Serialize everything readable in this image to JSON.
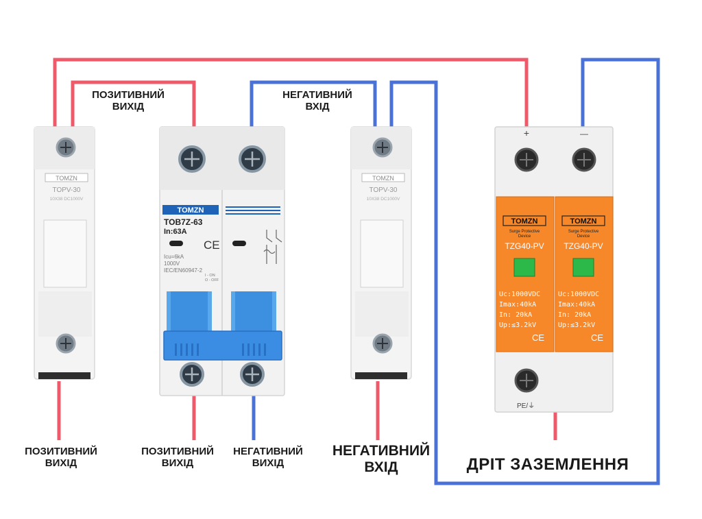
{
  "labels": {
    "top_pos": [
      "ПОЗИТИВНИЙ",
      "ВИХІД"
    ],
    "top_neg": [
      "НЕГАТИВНИЙ",
      "ВХІД"
    ],
    "bottom_pos_1": [
      "ПОЗИТИВНИЙ",
      "ВИХІД"
    ],
    "bottom_pos_2": [
      "ПОЗИТИВНИЙ",
      "ВИХІД"
    ],
    "bottom_neg_1": [
      "НЕГАТИВНИЙ",
      "ВИХІД"
    ],
    "bottom_neg_2": [
      "НЕГАТИВНИЙ",
      "ВХІД"
    ],
    "ground": "ДРІТ ЗАЗЕМЛЕННЯ"
  },
  "fuse_holders": [
    {
      "brand": "TOMZN",
      "model": "TOPV-30",
      "rating": "10X38 DC1000V"
    },
    {
      "brand": "TOMZN",
      "model": "TOPV-30",
      "rating": "10X38 DC1000V"
    }
  ],
  "breaker": {
    "brand": "TOMZN",
    "model": "TOB7Z-63",
    "current": "In:63A",
    "icu": "Icu=6kA",
    "voltage": "1000V",
    "standard": "IEC/EN60947-2",
    "on_label": "I - ON",
    "off_label": "O - OFF",
    "ce": "CE"
  },
  "spd": {
    "brand": "TOMZN",
    "subtitle": [
      "Surge Protective",
      "Device"
    ],
    "model": "TZG40-PV",
    "specs": [
      "Uc:1000VDC",
      "Imax:40kA",
      "In:   20kA",
      "Up:≤3.2kV"
    ],
    "plus": "+",
    "minus": "—",
    "pe": "PE/⏚",
    "ce": "CE"
  },
  "colors": {
    "positive_wire": "#ee5a6a",
    "negative_wire": "#4a72d6",
    "spd_orange": "#f7882a",
    "breaker_blue": "#3d8fe0",
    "window_green": "#2db94a"
  }
}
